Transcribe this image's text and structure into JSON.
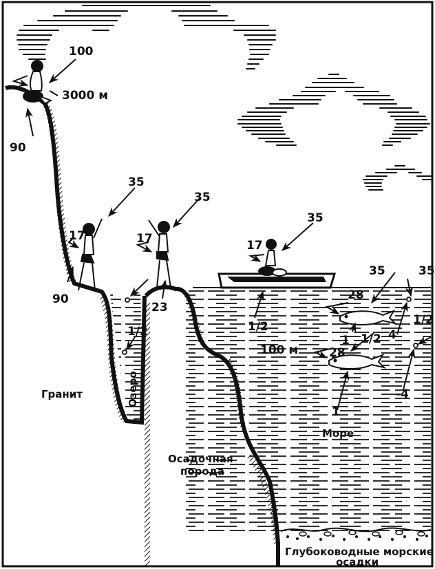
{
  "colors": {
    "ink": "#111111",
    "paper": "#ffffff"
  },
  "regions": {
    "granite": "Гранит",
    "lake": "Озеро",
    "sedimentary_1": "Осадочная",
    "sedimentary_2": "порода",
    "sea": "Море",
    "deep_sediments_1": "Глубоководные морские",
    "deep_sediments_2": "осадки"
  },
  "altitude_label": "3000 м",
  "depth_label": "100 м",
  "mountain_figure": {
    "head": "100",
    "body_left": "90"
  },
  "cliff_figure": {
    "head": "35",
    "body": "17",
    "feet": "90"
  },
  "rock_figure": {
    "head": "35",
    "body": "17",
    "feet": "23"
  },
  "boat_figure": {
    "head": "35",
    "body": "17",
    "boat_below": "1/2"
  },
  "lake_points": {
    "surface": "",
    "deep": "1/2"
  },
  "sea_points": {
    "fish1_above": "35",
    "fish1_side": "28",
    "fish1_below": "1",
    "fish2_above": "1/2",
    "fish2_side": "28",
    "fish2_below": "1",
    "surface_point_above": "35",
    "surface_point_below": "4",
    "deep_point_above": "1/2",
    "deep_point_below": "-4"
  }
}
